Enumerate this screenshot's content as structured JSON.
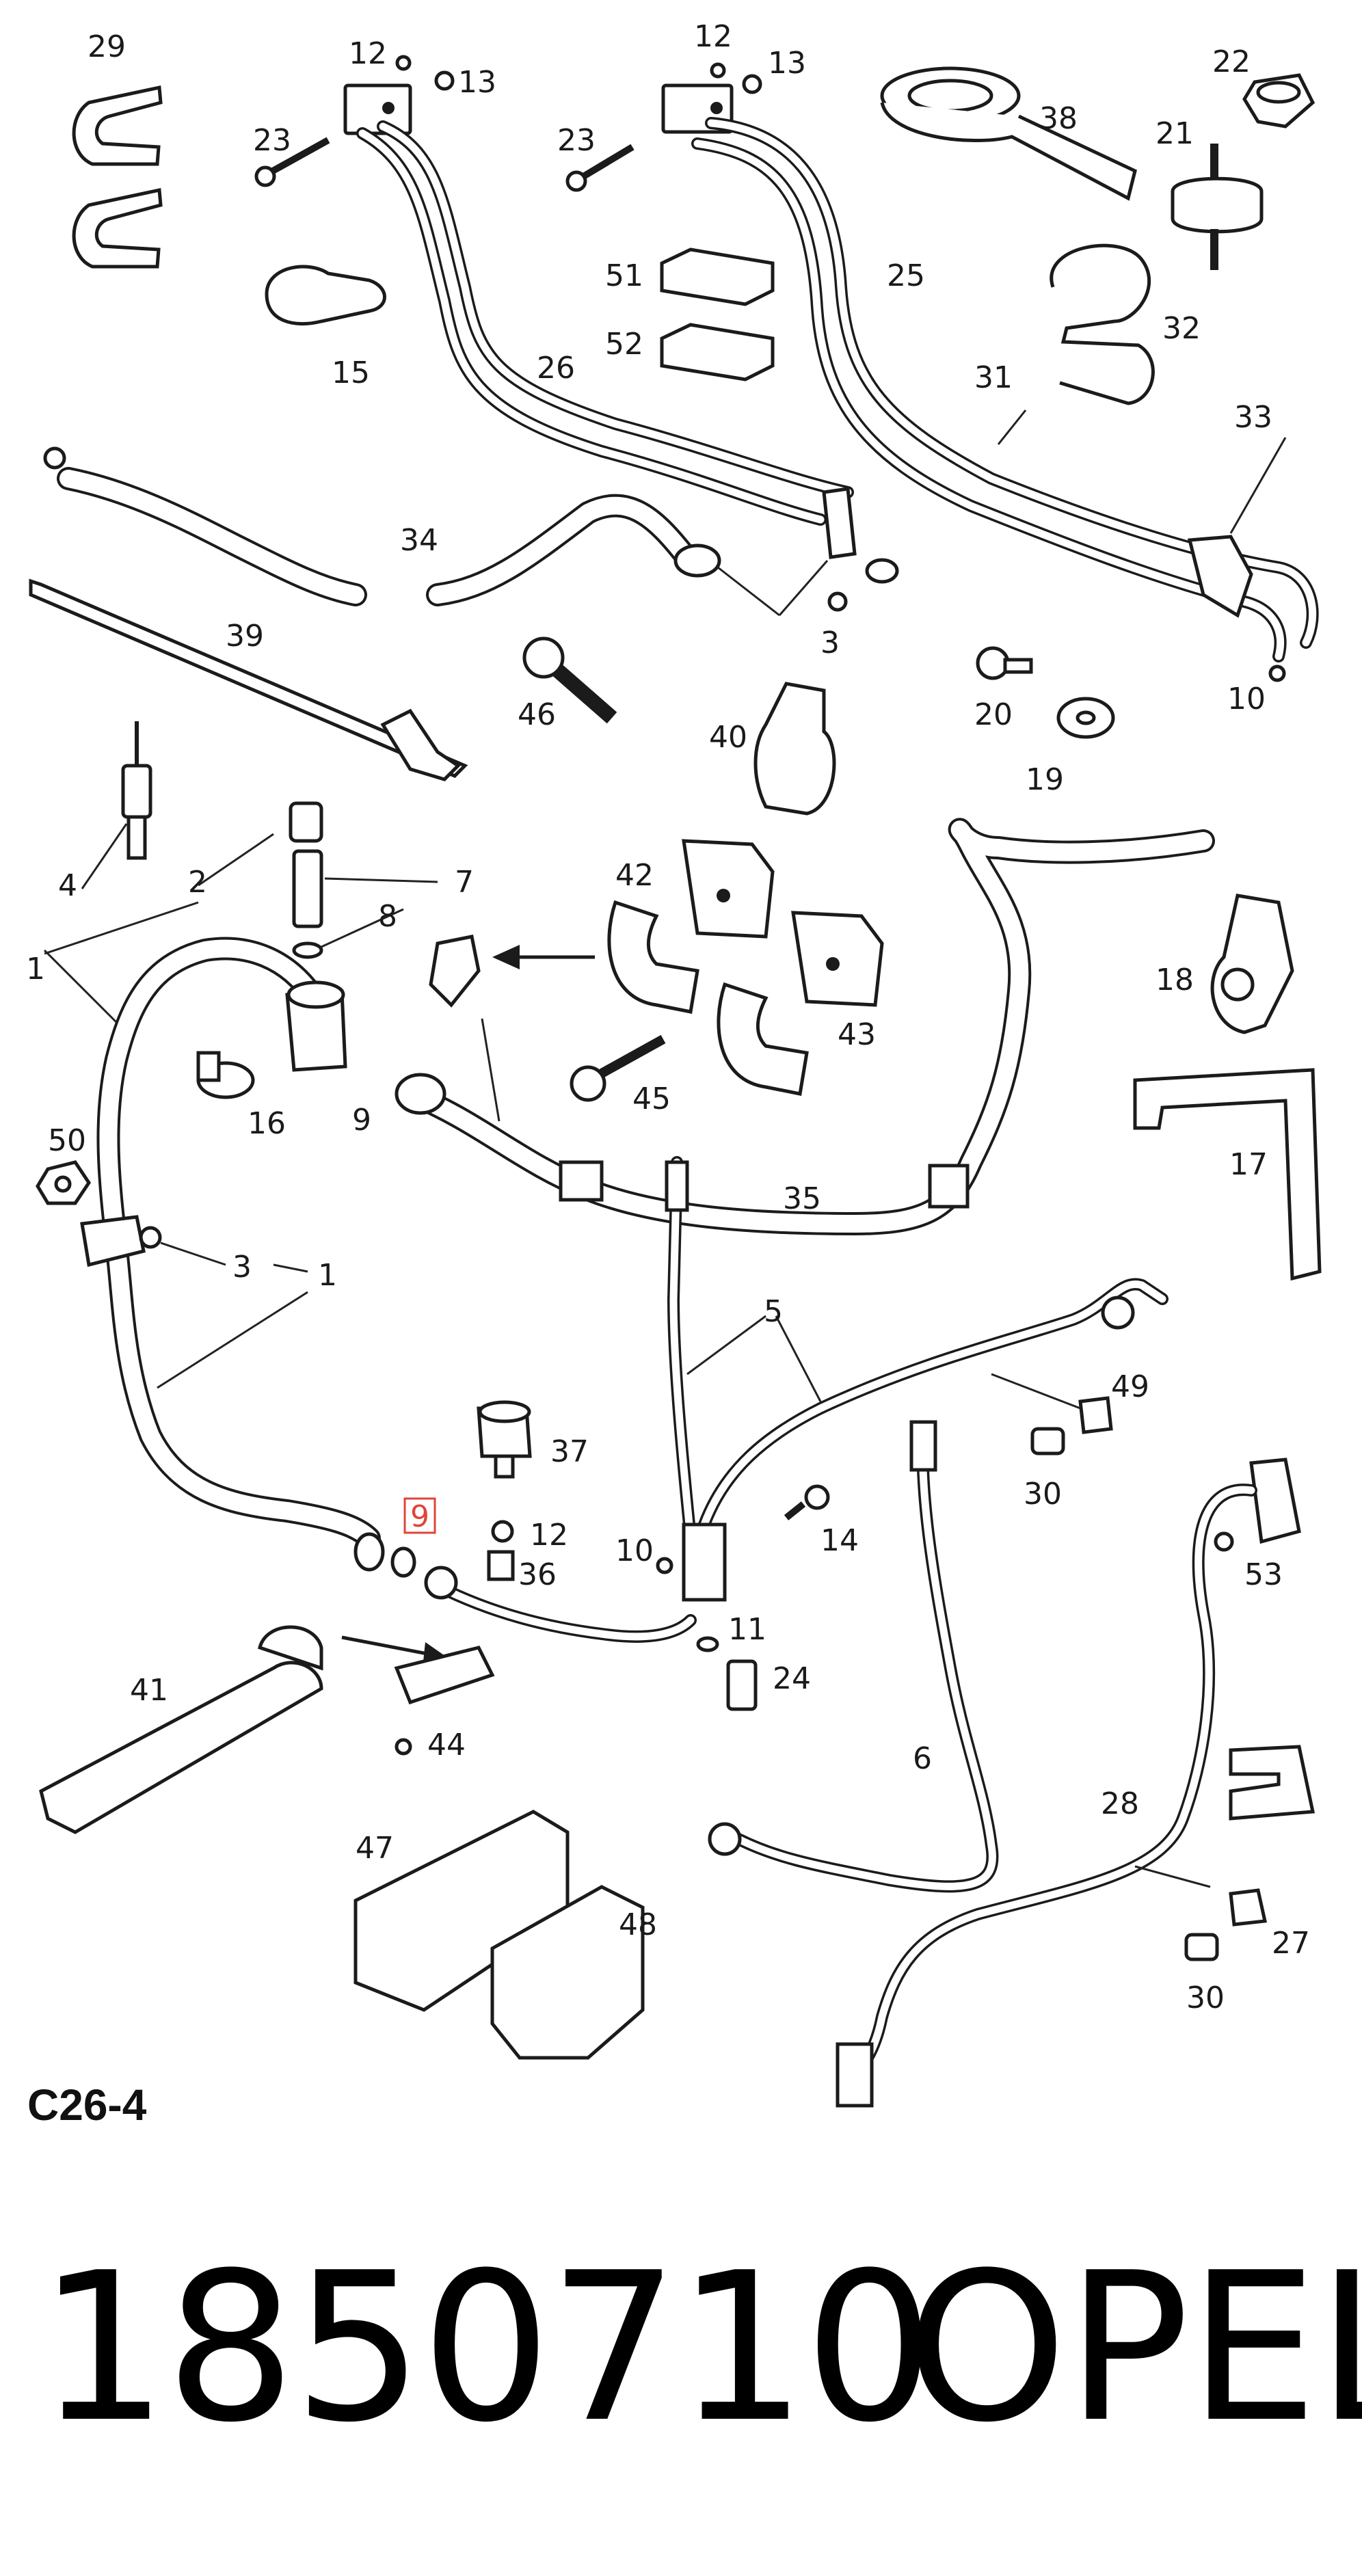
{
  "diagram": {
    "code": "C26-4",
    "highlighted_label": "9",
    "labels": [
      {
        "id": "29",
        "text": "29"
      },
      {
        "id": "12a",
        "text": "12"
      },
      {
        "id": "13a",
        "text": "13"
      },
      {
        "id": "12b",
        "text": "12"
      },
      {
        "id": "13b",
        "text": "13"
      },
      {
        "id": "22",
        "text": "22"
      },
      {
        "id": "38",
        "text": "38"
      },
      {
        "id": "21",
        "text": "21"
      },
      {
        "id": "23a",
        "text": "23"
      },
      {
        "id": "23b",
        "text": "23"
      },
      {
        "id": "51",
        "text": "51"
      },
      {
        "id": "25",
        "text": "25"
      },
      {
        "id": "52",
        "text": "52"
      },
      {
        "id": "32",
        "text": "32"
      },
      {
        "id": "15",
        "text": "15"
      },
      {
        "id": "26",
        "text": "26"
      },
      {
        "id": "31",
        "text": "31"
      },
      {
        "id": "33",
        "text": "33"
      },
      {
        "id": "34",
        "text": "34"
      },
      {
        "id": "3a",
        "text": "3"
      },
      {
        "id": "39",
        "text": "39"
      },
      {
        "id": "46",
        "text": "46"
      },
      {
        "id": "20",
        "text": "20"
      },
      {
        "id": "10a",
        "text": "10"
      },
      {
        "id": "40",
        "text": "40"
      },
      {
        "id": "19",
        "text": "19"
      },
      {
        "id": "4",
        "text": "4"
      },
      {
        "id": "2",
        "text": "2"
      },
      {
        "id": "7",
        "text": "7"
      },
      {
        "id": "42",
        "text": "42"
      },
      {
        "id": "8",
        "text": "8"
      },
      {
        "id": "1a",
        "text": "1"
      },
      {
        "id": "18",
        "text": "18"
      },
      {
        "id": "43",
        "text": "43"
      },
      {
        "id": "16",
        "text": "16"
      },
      {
        "id": "9a",
        "text": "9"
      },
      {
        "id": "45",
        "text": "45"
      },
      {
        "id": "50",
        "text": "50"
      },
      {
        "id": "17",
        "text": "17"
      },
      {
        "id": "35",
        "text": "35"
      },
      {
        "id": "3b",
        "text": "3"
      },
      {
        "id": "1b",
        "text": "1"
      },
      {
        "id": "5",
        "text": "5"
      },
      {
        "id": "49",
        "text": "49"
      },
      {
        "id": "37",
        "text": "37"
      },
      {
        "id": "30a",
        "text": "30"
      },
      {
        "id": "12c",
        "text": "12"
      },
      {
        "id": "14",
        "text": "14"
      },
      {
        "id": "10b",
        "text": "10"
      },
      {
        "id": "36",
        "text": "36"
      },
      {
        "id": "53",
        "text": "53"
      },
      {
        "id": "11",
        "text": "11"
      },
      {
        "id": "24",
        "text": "24"
      },
      {
        "id": "41",
        "text": "41"
      },
      {
        "id": "44",
        "text": "44"
      },
      {
        "id": "6",
        "text": "6"
      },
      {
        "id": "28",
        "text": "28"
      },
      {
        "id": "47",
        "text": "47"
      },
      {
        "id": "48",
        "text": "48"
      },
      {
        "id": "27",
        "text": "27"
      },
      {
        "id": "30b",
        "text": "30"
      }
    ]
  },
  "footer": {
    "part_number": "1850710",
    "brand": "OPEL"
  },
  "colors": {
    "line": "#1b1b1b",
    "background": "#ffffff",
    "highlight": "#e0443a"
  }
}
